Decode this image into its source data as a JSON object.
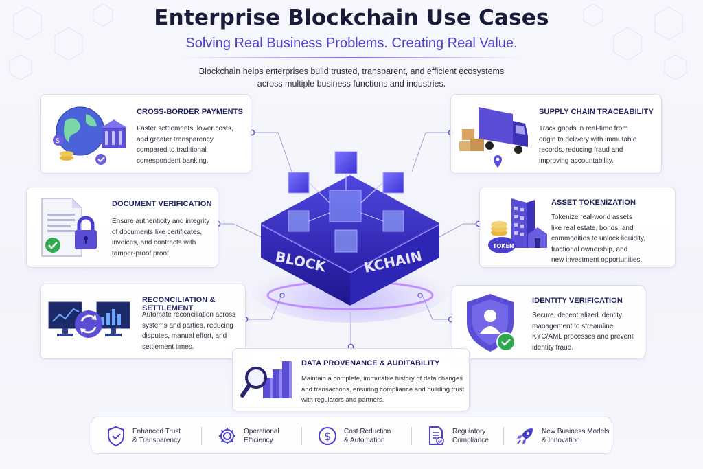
{
  "header": {
    "title": "Enterprise Blockchain Use Cases",
    "subtitle": "Solving Real Business Problems. Creating Real Value.",
    "intro_line1": "Blockchain helps enterprises build trusted, transparent, and efficient ecosystems",
    "intro_line2": "across multiple business functions and industries."
  },
  "hub": {
    "label_left": "BLOCK",
    "label_right": "KCHAIN"
  },
  "cards": {
    "cross_border": {
      "title": "CROSS-BORDER PAYMENTS",
      "lines": [
        "Faster settlements, lower costs,",
        "and greater transparency",
        "compared to traditional",
        "correspondent banking."
      ]
    },
    "supply_chain": {
      "title": "SUPPLY CHAIN TRACEABILITY",
      "lines": [
        "Track goods in real-time from",
        "origin to delivery with immutable",
        "records, reducing fraud and",
        "improving accountability."
      ]
    },
    "document": {
      "title": "DOCUMENT VERIFICATION",
      "lines": [
        "Ensure authenticity and integrity",
        "of documents like certificates,",
        "invoices, and contracts with",
        "tamper-proof proof."
      ]
    },
    "asset": {
      "title": "ASSET TOKENIZATION",
      "token_label": "TOKEN",
      "lines": [
        "Tokenize real-world assets",
        "like real estate, bonds, and",
        "commodities to unlock liquidity,",
        "fractional ownership, and",
        "new investment opportunities."
      ]
    },
    "reconciliation": {
      "title": "RECONCILIATION & SETTLEMENT",
      "lines": [
        "Automate reconciliation across",
        "systems and parties, reducing",
        "disputes, manual effort, and",
        "settlement times."
      ]
    },
    "identity": {
      "title": "IDENTITY VERIFICATION",
      "lines": [
        "Secure, decentralized identity",
        "management to streamline",
        "KYC/AML processes and prevent",
        "identity fraud."
      ]
    },
    "provenance": {
      "title": "DATA PROVENANCE & AUDITABILITY",
      "lines": [
        "Maintain a complete, immutable history of data changes",
        "and transactions, ensuring compliance and building trust",
        "with regulators and partners."
      ]
    }
  },
  "benefits": [
    {
      "line1": "Enhanced Trust",
      "line2": "& Transparency",
      "icon": "shield-check-icon"
    },
    {
      "line1": "Operational",
      "line2": "Efficiency",
      "icon": "gear-icon"
    },
    {
      "line1": "Cost Reduction",
      "line2": "& Automation",
      "icon": "dollar-icon"
    },
    {
      "line1": "Regulatory",
      "line2": "Compliance",
      "icon": "document-check-icon"
    },
    {
      "line1": "New Business Models",
      "line2": "& Innovation",
      "icon": "rocket-icon"
    }
  ],
  "colors": {
    "accent": "#4a3fd0",
    "title": "#1a1d3a",
    "card_title": "#1d1f5e",
    "hub": "#3b34c4"
  }
}
